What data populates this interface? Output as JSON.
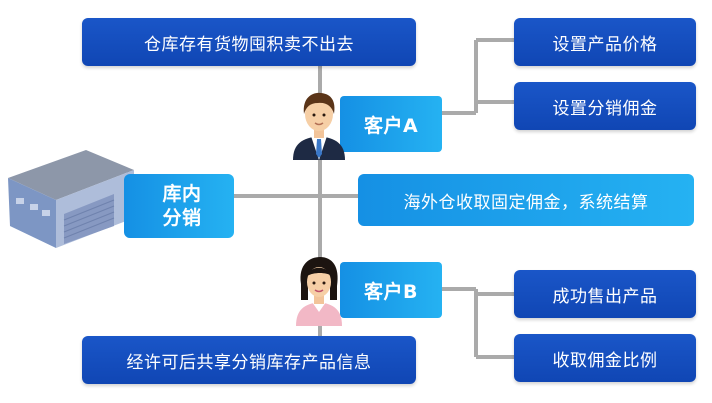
{
  "top_box": "仓库存有货物囤积卖不出去",
  "customer_a": {
    "label": "客户A",
    "items": [
      "设置产品价格",
      "设置分销佣金"
    ]
  },
  "warehouse": {
    "line1": "库内",
    "line2": "分销"
  },
  "middle_box": "海外仓收取固定佣金，系统结算",
  "customer_b": {
    "label": "客户B",
    "items": [
      "成功售出产品",
      "收取佣金比例"
    ]
  },
  "bottom_box": "经许可后共享分销库存产品信息",
  "colors": {
    "dark_blue": "#1249bd",
    "light_blue": "#1ea3ec",
    "connector": "#aaaaaa"
  },
  "icons": [
    "warehouse-icon",
    "businessman-icon",
    "businesswoman-icon"
  ]
}
